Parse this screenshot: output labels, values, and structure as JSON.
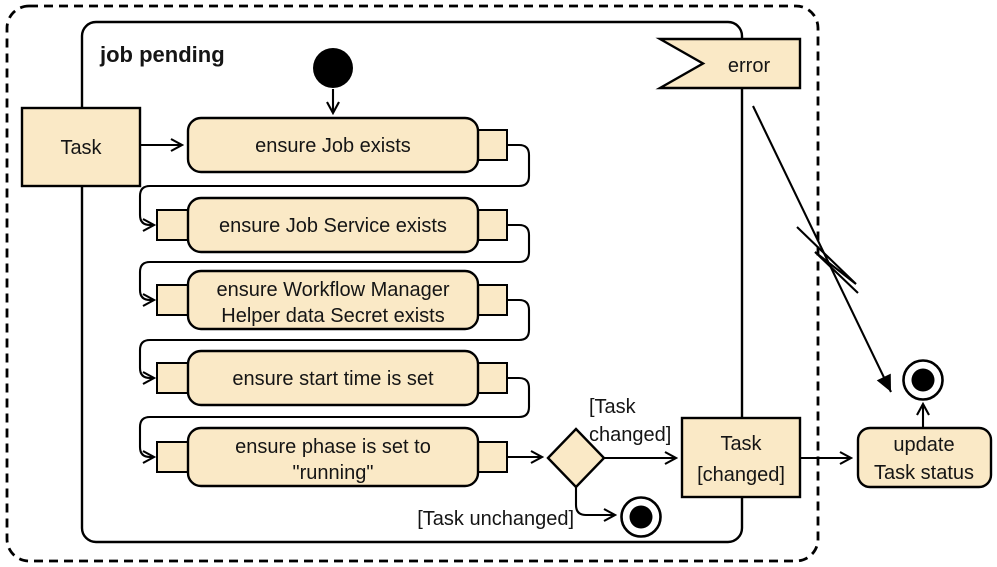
{
  "title": "job pending",
  "colors": {
    "node_fill": "#FAE9C6",
    "stroke": "#000000",
    "canvas": "#FFFFFF"
  },
  "nodes": {
    "task_input": {
      "label": "Task"
    },
    "ensure_job": {
      "label": "ensure Job exists"
    },
    "ensure_job_service": {
      "label": "ensure Job Service exists"
    },
    "ensure_secret": {
      "line1": "ensure Workflow Manager",
      "line2": "Helper data Secret exists"
    },
    "ensure_start_time": {
      "label": "ensure start time is set"
    },
    "ensure_phase": {
      "line1": "ensure phase is set to",
      "line2": "\"running\""
    },
    "task_changed_object": {
      "line1": "Task",
      "line2": "[changed]"
    },
    "update_task_status": {
      "line1": "update",
      "line2": "Task status"
    },
    "error_signal": {
      "label": "error"
    }
  },
  "guards": {
    "task_changed": {
      "line1": "[Task",
      "line2": "changed]"
    },
    "task_unchanged": {
      "label": "[Task unchanged]"
    }
  }
}
